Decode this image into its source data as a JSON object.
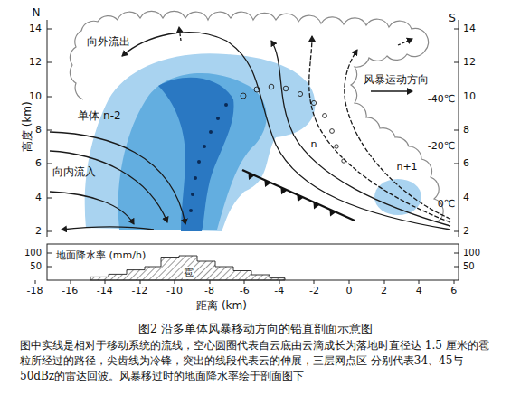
{
  "diagram": {
    "title": "图2 沿多单体风暴移动方向的铅直剖面示意图",
    "caption": "图中实线是相对于移动系统的流线，空心圆圈代表自云底由云滴成长为落地时直径达 1.5 厘米的雹粒所经过的路径，尖齿线为冷锋，突出的线段代表云的伸展，三层网点区 分别代表34、45与50dBz的雷达回波。风暴移过时的地面降水率绘于剖面图下",
    "labels": [
      "N",
      "S",
      "14",
      "12",
      "10",
      "8",
      "6",
      "4",
      "2",
      "高度 (km)",
      "14",
      "12",
      "10",
      "8",
      "6",
      "4",
      "2",
      "-40℃",
      "-20℃",
      "0℃",
      "向外流出",
      "风暴运动方向",
      "单体 n-2",
      "n",
      "向内流入",
      "n+1",
      "地面降水率 (mm/h)",
      "100",
      "50",
      "100",
      "50",
      "雹",
      "-18",
      "-16",
      "-14",
      "-12",
      "-10",
      "-8",
      "-6",
      "-4",
      "-2",
      "0",
      "2",
      "4",
      "6",
      "距离 (km)"
    ]
  }
}
